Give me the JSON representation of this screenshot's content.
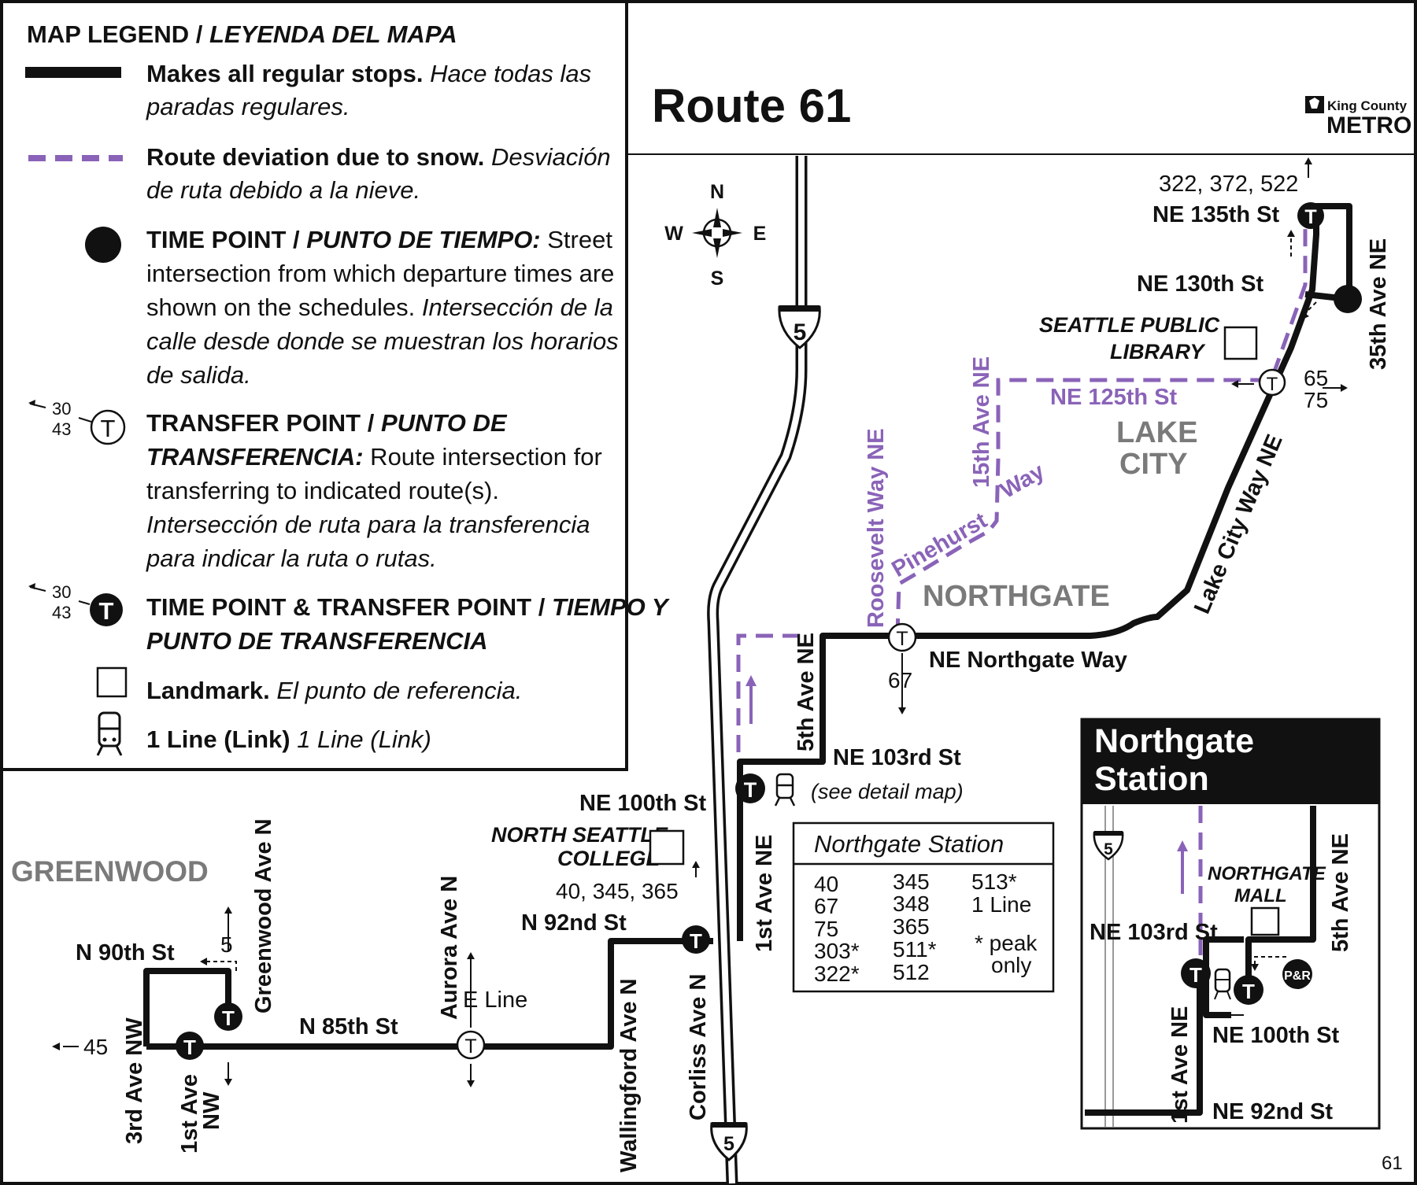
{
  "route": {
    "title": "Route 61",
    "page_number": "61"
  },
  "agency": {
    "line1": "King County",
    "line2": "METRO"
  },
  "colors": {
    "regular": "#111111",
    "deviation": "#8a63b8",
    "neighborhood": "#7a7a7a"
  },
  "legend": {
    "title_en": "MAP LEGEND / ",
    "title_es": "LEYENDA DEL MAPA",
    "regular_b": "Makes all regular stops.",
    "regular_i1": "Hace todas las",
    "regular_i2": "paradas regulares.",
    "deviation_b": "Route deviation due to snow.",
    "deviation_i1": "Desviación",
    "deviation_i2": "de ruta debido a la nieve.",
    "timepoint_b": "TIME POINT / ",
    "timepoint_bi": "PUNTO DE TIEMPO:",
    "timepoint_n1": " Street",
    "timepoint_n2": "intersection from which departure times are",
    "timepoint_n3": "shown on the schedules.",
    "timepoint_i3": "Intersección de la",
    "timepoint_i4": "calle desde donde se muestran los horarios",
    "timepoint_i5": "de salida.",
    "transfer_b": "TRANSFER POINT / ",
    "transfer_bi1": "PUNTO DE",
    "transfer_bi2": "TRANSFERENCIA:",
    "transfer_n2": " Route intersection for",
    "transfer_n3": "transferring to indicated route(s).",
    "transfer_i4": "Intersección de ruta para la transferencia",
    "transfer_i5": "para indicar la ruta o rutas.",
    "tptrans_b1": "TIME POINT & TRANSFER POINT / ",
    "tptrans_bi1": "TIEMPO Y",
    "tptrans_bi2": "PUNTO DE TRANSFERENCIA",
    "landmark_b": "Landmark.",
    "landmark_i": " El punto de referencia.",
    "link_b": "1 Line (Link)",
    "link_i": " 1 Line (Link)",
    "sample_r1": "30",
    "sample_r2": "43"
  },
  "compass": {
    "n": "N",
    "s": "S",
    "e": "E",
    "w": "W"
  },
  "symbols": {
    "transfer": "T",
    "interstate": "5"
  },
  "streets": {
    "ne_135th": "NE 135th St",
    "ne_130th": "NE 130th St",
    "ne_125th": "NE 125th St",
    "ave_35th": "35th Ave NE",
    "lake_city_way": "Lake City Way NE",
    "ave_15th": "15th Ave NE",
    "roosevelt": "Roosevelt Way NE",
    "pinehurst": "Pinehurst",
    "way": "Way",
    "northgate_way": "NE Northgate Way",
    "ave_5th": "5th Ave NE",
    "ne_103rd": "NE 103rd St",
    "ne_100th": "NE 100th St",
    "ave_1st": "1st Ave NE",
    "corliss": "Corliss Ave N",
    "n_92nd": "N 92nd St",
    "wallingford": "Wallingford Ave N",
    "aurora": "Aurora Ave N",
    "n_85th": "N 85th St",
    "greenwood": "Greenwood Ave N",
    "n_90th": "N 90th St",
    "ave_3rd": "3rd Ave NW",
    "ave_1st_nw_1": "1st Ave",
    "ave_1st_nw_2": "NW"
  },
  "routes": {
    "r_322_372_522": "322, 372, 522",
    "r_65": "65",
    "r_75": "75",
    "r_67": "67",
    "r_40_345_365": "40, 345, 365",
    "r_5": "5",
    "r_45": "45",
    "e_line": "E Line"
  },
  "notes": {
    "see_detail": "(see detail map)"
  },
  "neighborhoods": {
    "lake": "LAKE",
    "city": "CITY",
    "northgate": "NORTHGATE",
    "greenwood": "GREENWOOD"
  },
  "landmarks": {
    "library1": "SEATTLE PUBLIC",
    "library2": "LIBRARY",
    "college1": "NORTH SEATTLE",
    "college2": "COLLEGE"
  },
  "station_table": {
    "title": "Northgate Station",
    "col1": [
      "40",
      "67",
      "75",
      "303*",
      "322*"
    ],
    "col2": [
      "345",
      "348",
      "365",
      "511*",
      "512"
    ],
    "col3": [
      "513*",
      "1 Line"
    ],
    "note1": "* peak",
    "note2": "only"
  },
  "inset": {
    "title1": "Northgate",
    "title2": "Station",
    "mall1": "NORTHGATE",
    "mall2": "MALL",
    "ne_103rd": "NE 103rd St",
    "ne_100th": "NE 100th St",
    "ne_92nd": "NE 92nd St",
    "ave_5th": "5th Ave NE",
    "ave_1st": "1st Ave NE",
    "pr": "P&R"
  }
}
